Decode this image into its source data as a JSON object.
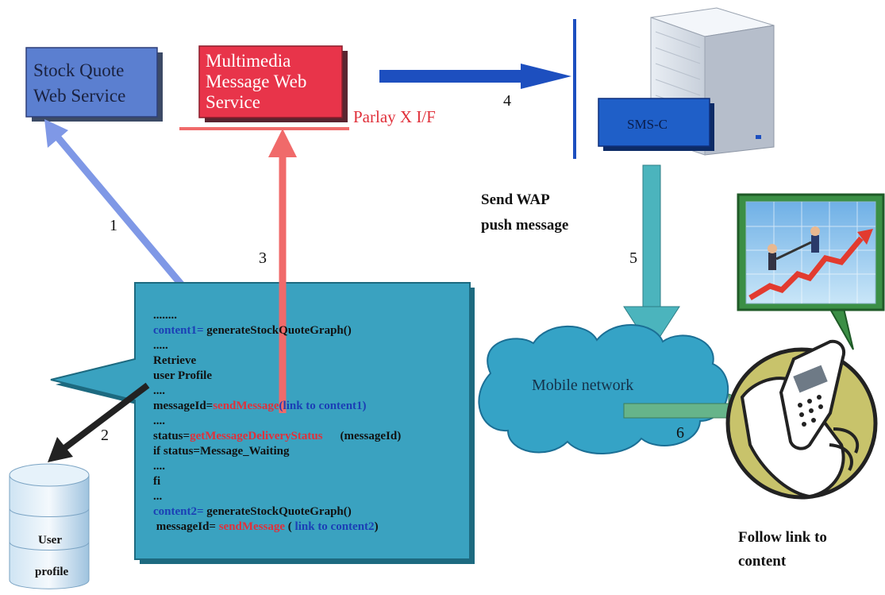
{
  "boxes": {
    "stock_quote": [
      "Stock Quote",
      "Web Service"
    ],
    "multimedia": [
      "Multimedia",
      "Message Web",
      "Service"
    ],
    "smsc": "SMS-C"
  },
  "labels": {
    "parlay": "Parlay X I/F",
    "send_wap": [
      "Send WAP",
      "push message"
    ],
    "follow_link": [
      "Follow link to",
      "content"
    ],
    "mobile_network": "Mobile network",
    "user_profile": [
      "User",
      "profile"
    ]
  },
  "steps": [
    "1",
    "2",
    "3",
    "4",
    "5",
    "6"
  ],
  "code": {
    "l1": "........",
    "l2_var": "content1=",
    "l2_fn": "generateStockQuoteGraph()",
    "l3": ".....",
    "l4": "Retrieve",
    "l5": "user Profile",
    "l6": "....",
    "l7_var": "messageId=",
    "l7_fn": "sendMessage",
    "l7_arg": "(link to content1)",
    "l8": "....",
    "l9_var": "status=",
    "l9_fn": "getMessageDeliveryStatus",
    "l9_arg": "(messageId)",
    "l10": "if status=Message_Waiting",
    "l11": "....",
    "l12": "fi",
    "l13": "...",
    "l14_var": "content2=",
    "l14_fn": "generateStockQuoteGraph()",
    "l15_var": "messageId=",
    "l15_fn": "sendMessage",
    "l15_open": "(",
    "l15_arg": "link to content2",
    "l15_close": ")"
  },
  "colors": {
    "stock_box": "#5b7fd0",
    "mm_box": "#e8344a",
    "smsc_box": "#1f5fc8",
    "callout": "#3aa2c0",
    "blue_arrow": "#7f98e6",
    "red_arrow": "#f06a6a",
    "teal_arrow": "#4bb4bd",
    "green_arrow": "#66b48a",
    "dark_blue_arrow": "#1d4fbf"
  },
  "icons": [
    "server-icon",
    "database-icon",
    "cloud-icon",
    "phone-icon",
    "stock-growth-picture"
  ]
}
